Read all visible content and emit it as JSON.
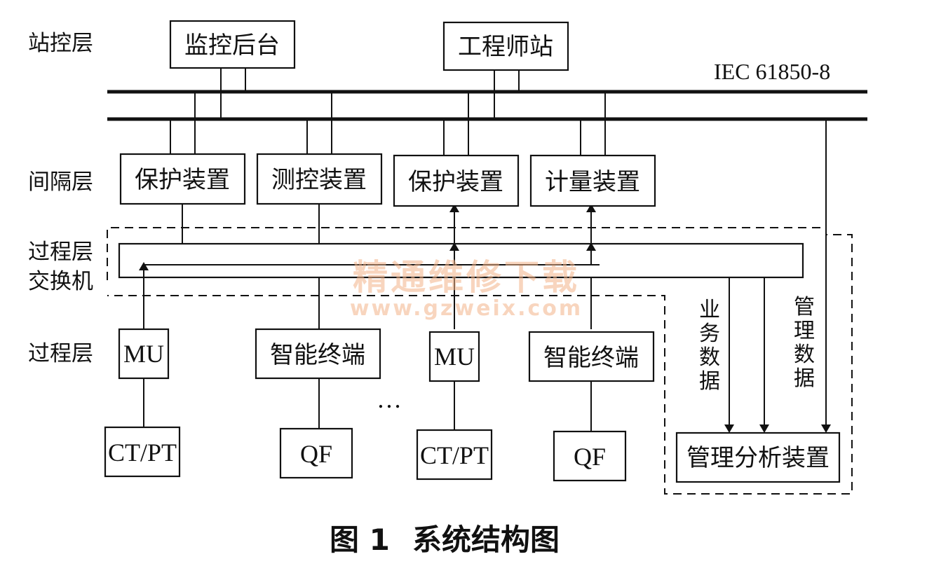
{
  "layers": {
    "station": "站控层",
    "bay": "间隔层",
    "process_switch": [
      "过程层",
      "交换机"
    ],
    "process": "过程层"
  },
  "protocol_label": "IEC 61850-8",
  "station_devices": {
    "monitor_backend": "监控后台",
    "engineer_station": "工程师站"
  },
  "bay_devices": {
    "protection_1": "保护装置",
    "measure_control": "测控装置",
    "protection_2": "保护装置",
    "metering": "计量装置"
  },
  "process_devices": {
    "mu_1": "MU",
    "smart_terminal_1": "智能终端",
    "mu_2": "MU",
    "smart_terminal_2": "智能终端"
  },
  "primary_devices": {
    "ctpt_1": "CT/PT",
    "qf_1": "QF",
    "ctpt_2": "CT/PT",
    "qf_2": "QF"
  },
  "ellipsis": "…",
  "management": {
    "analysis_device": "管理分析装置",
    "business_data": [
      "业",
      "务",
      "数",
      "据"
    ],
    "management_data": [
      "管",
      "理",
      "数",
      "据"
    ]
  },
  "watermark": {
    "cn": "精通维修下载",
    "url": "www.gzweix.com"
  },
  "caption": {
    "figure_no": "图 1",
    "title": "系统结构图"
  },
  "colors": {
    "line": "#111111",
    "watermark": "#f3b48a"
  }
}
